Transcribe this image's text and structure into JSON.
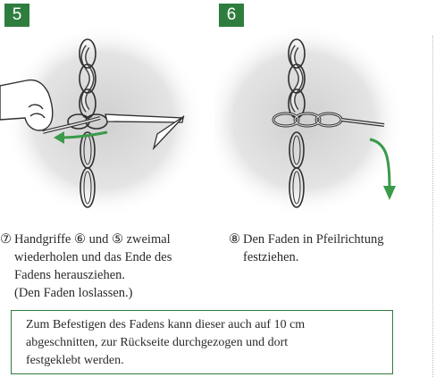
{
  "steps": [
    {
      "badge": "5",
      "caption_number": "⑦",
      "caption_lines": [
        "Handgriffe ⑥ und ⑤ zweimal",
        "wiederholen und das Ende des",
        "Fadens herausziehen.",
        "(Den Faden loslassen.)"
      ]
    },
    {
      "badge": "6",
      "caption_number": "⑧",
      "caption_lines": [
        "Den Faden in Pfeilrichtung",
        "festziehen."
      ]
    }
  ],
  "note": {
    "lines": [
      "Zum Befestigen des Fadens kann dieser auch auf 10 cm",
      "abgeschnitten, zur Rückseite durchgezogen und dort",
      "festgeklebt werden."
    ]
  },
  "colors": {
    "accent": "#2e7d3e",
    "arrow": "#3a9a4a",
    "chain_stroke": "#2f2f2f",
    "backdrop": "#d6d6d6"
  }
}
